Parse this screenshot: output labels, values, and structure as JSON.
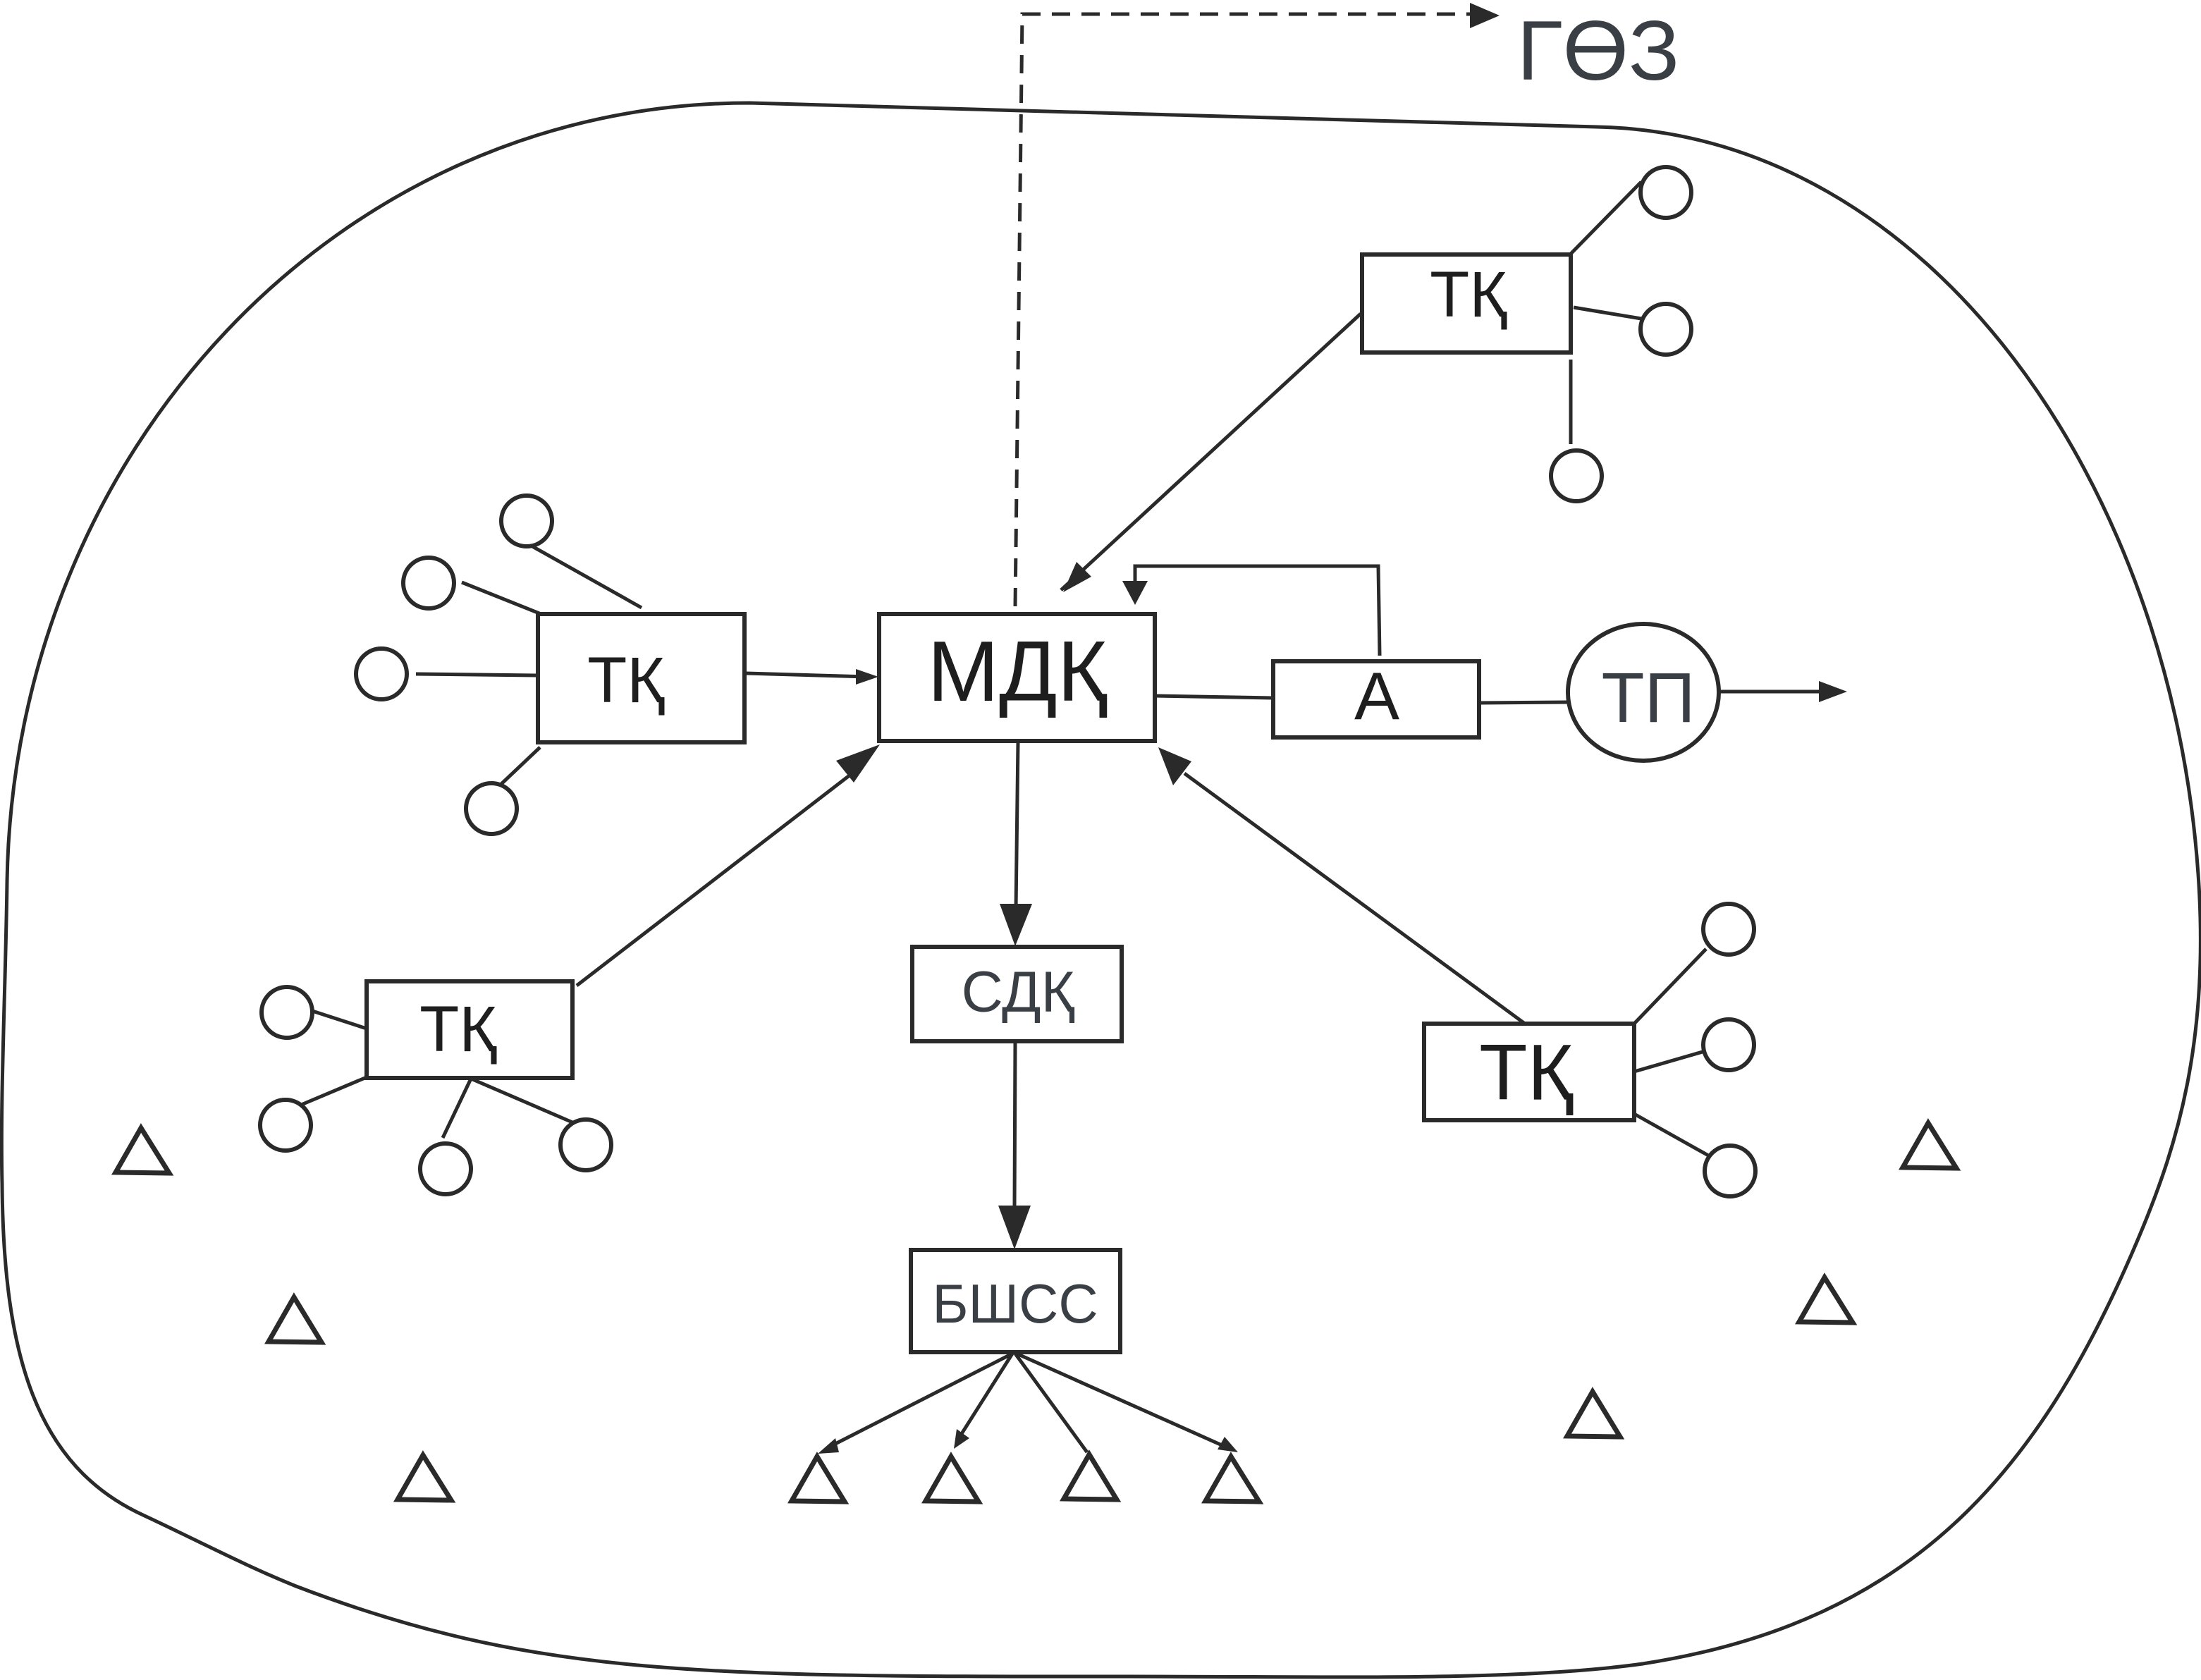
{
  "diagram": {
    "labels": {
      "mdk": "МДҚ",
      "tk_left": "ТҚ",
      "tk_top_right": "ТҚ",
      "tk_bottom_left": "ТҚ",
      "tk_bottom_right": "ТҚ",
      "a": "А",
      "tp": "ТП",
      "sdk": "СДҚ",
      "bshss": "БШСС",
      "goez": "ГӨЗ"
    }
  }
}
